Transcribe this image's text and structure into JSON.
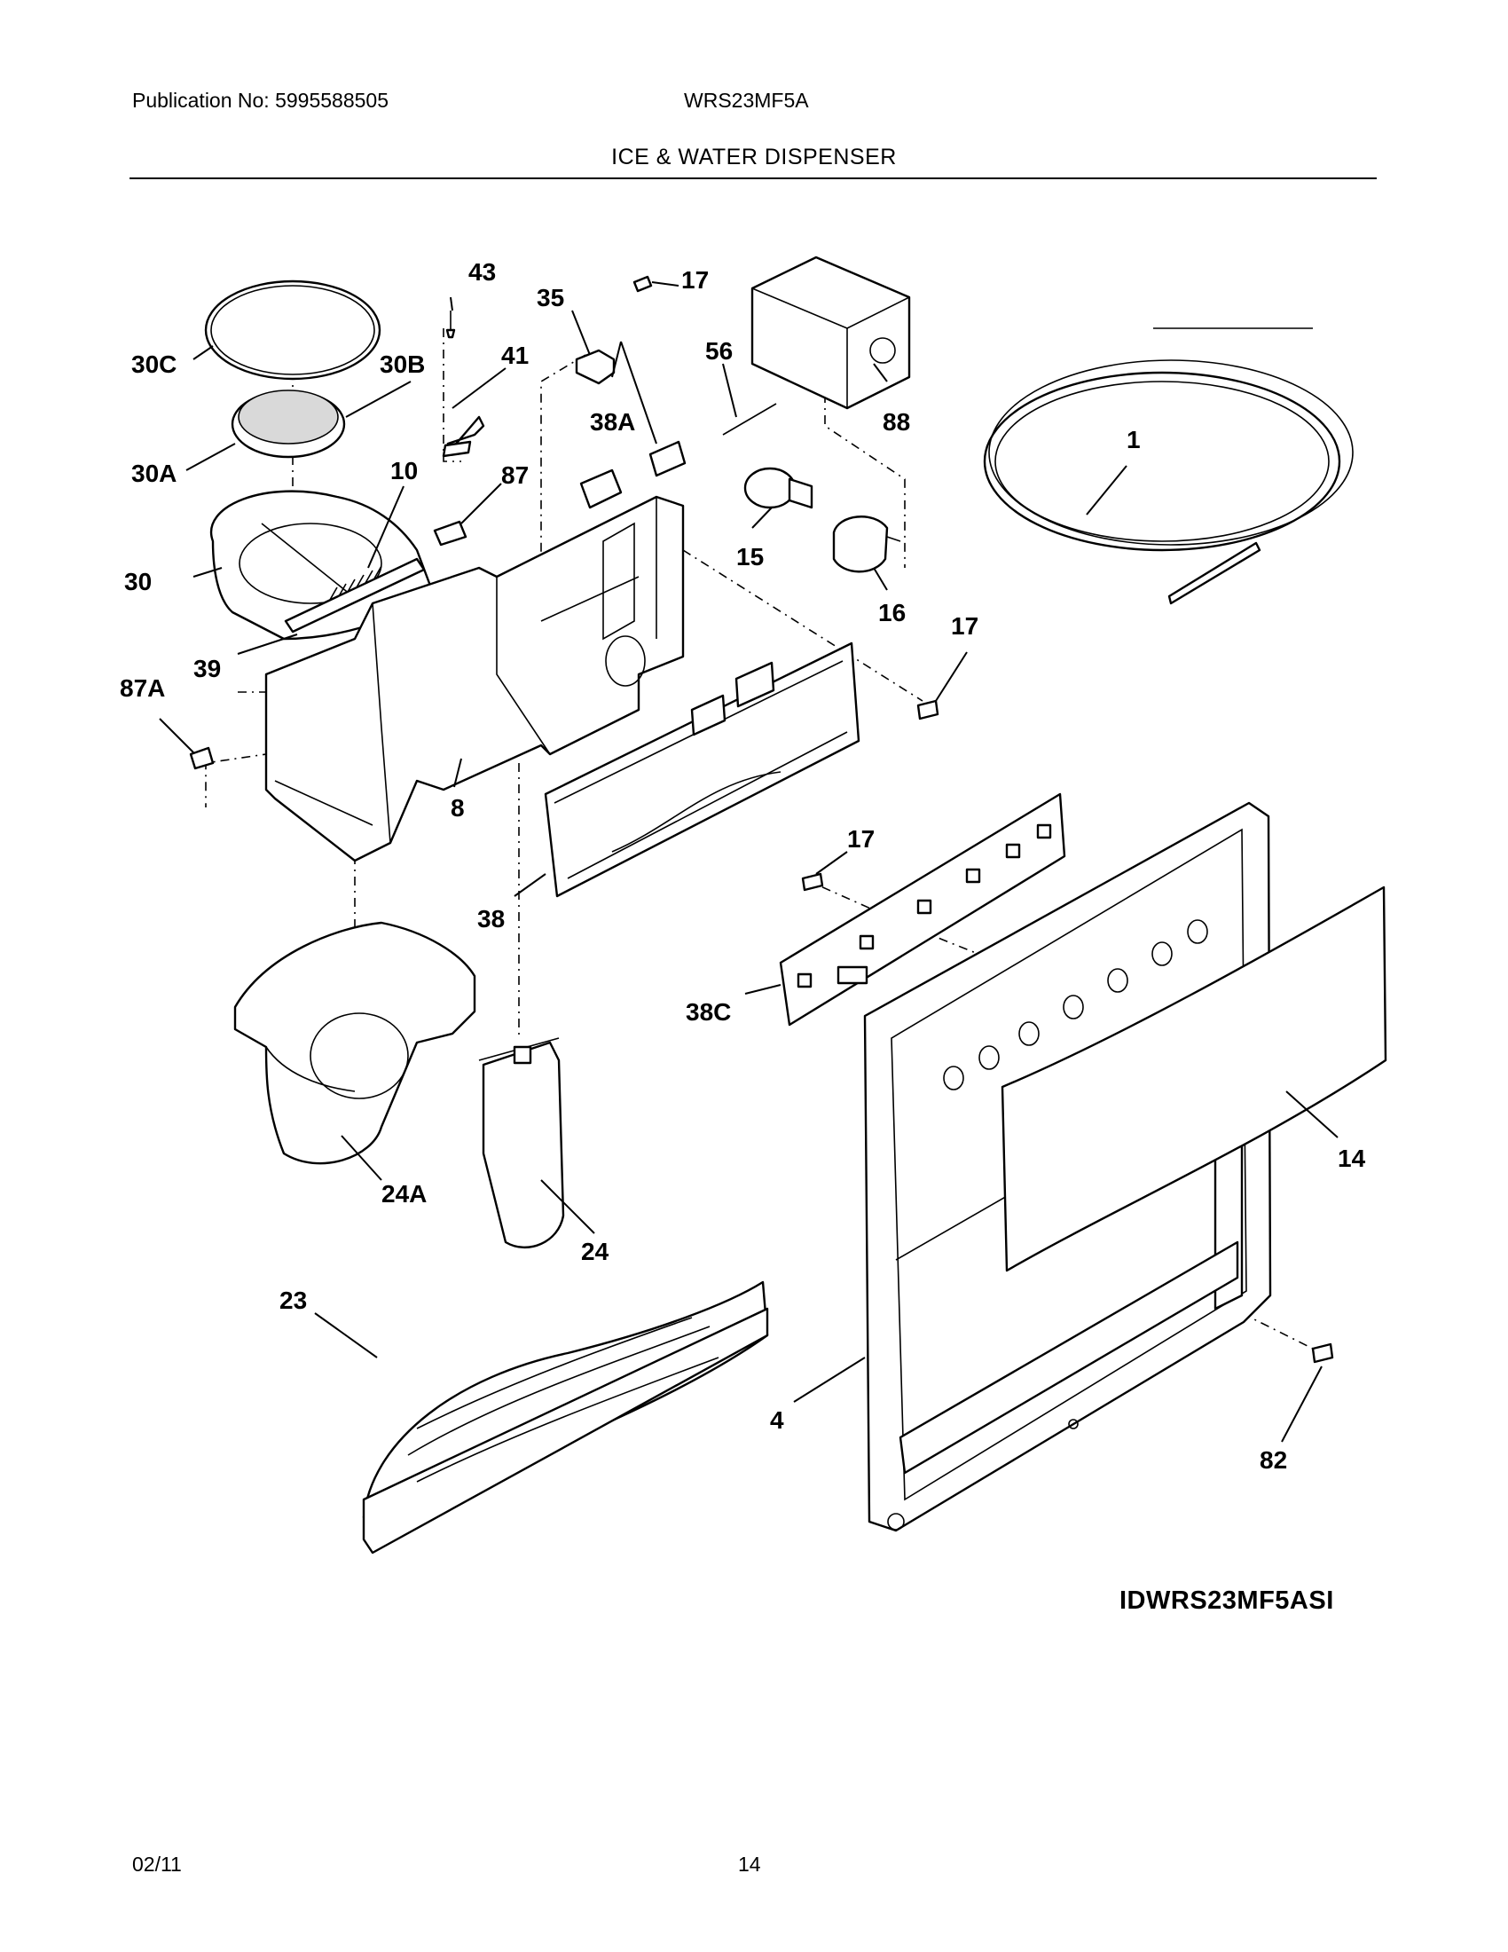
{
  "header": {
    "publication": "Publication No: 5995588505",
    "model": "WRS23MF5A",
    "section_title": "ICE & WATER DISPENSER"
  },
  "labels": {
    "l1": "1",
    "l4": "4",
    "l8": "8",
    "l10": "10",
    "l14": "14",
    "l15": "15",
    "l16": "16",
    "l17a": "17",
    "l17b": "17",
    "l17c": "17",
    "l23": "23",
    "l24": "24",
    "l24a": "24A",
    "l30": "30",
    "l30a": "30A",
    "l30b": "30B",
    "l30c": "30C",
    "l35": "35",
    "l38": "38",
    "l38a": "38A",
    "l38c": "38C",
    "l39": "39",
    "l41": "41",
    "l43": "43",
    "l56": "56",
    "l82": "82",
    "l87": "87",
    "l87a": "87A",
    "l88": "88"
  },
  "image_id": "IDWRS23MF5ASI",
  "footer": {
    "date": "02/11",
    "page_number": "14"
  }
}
